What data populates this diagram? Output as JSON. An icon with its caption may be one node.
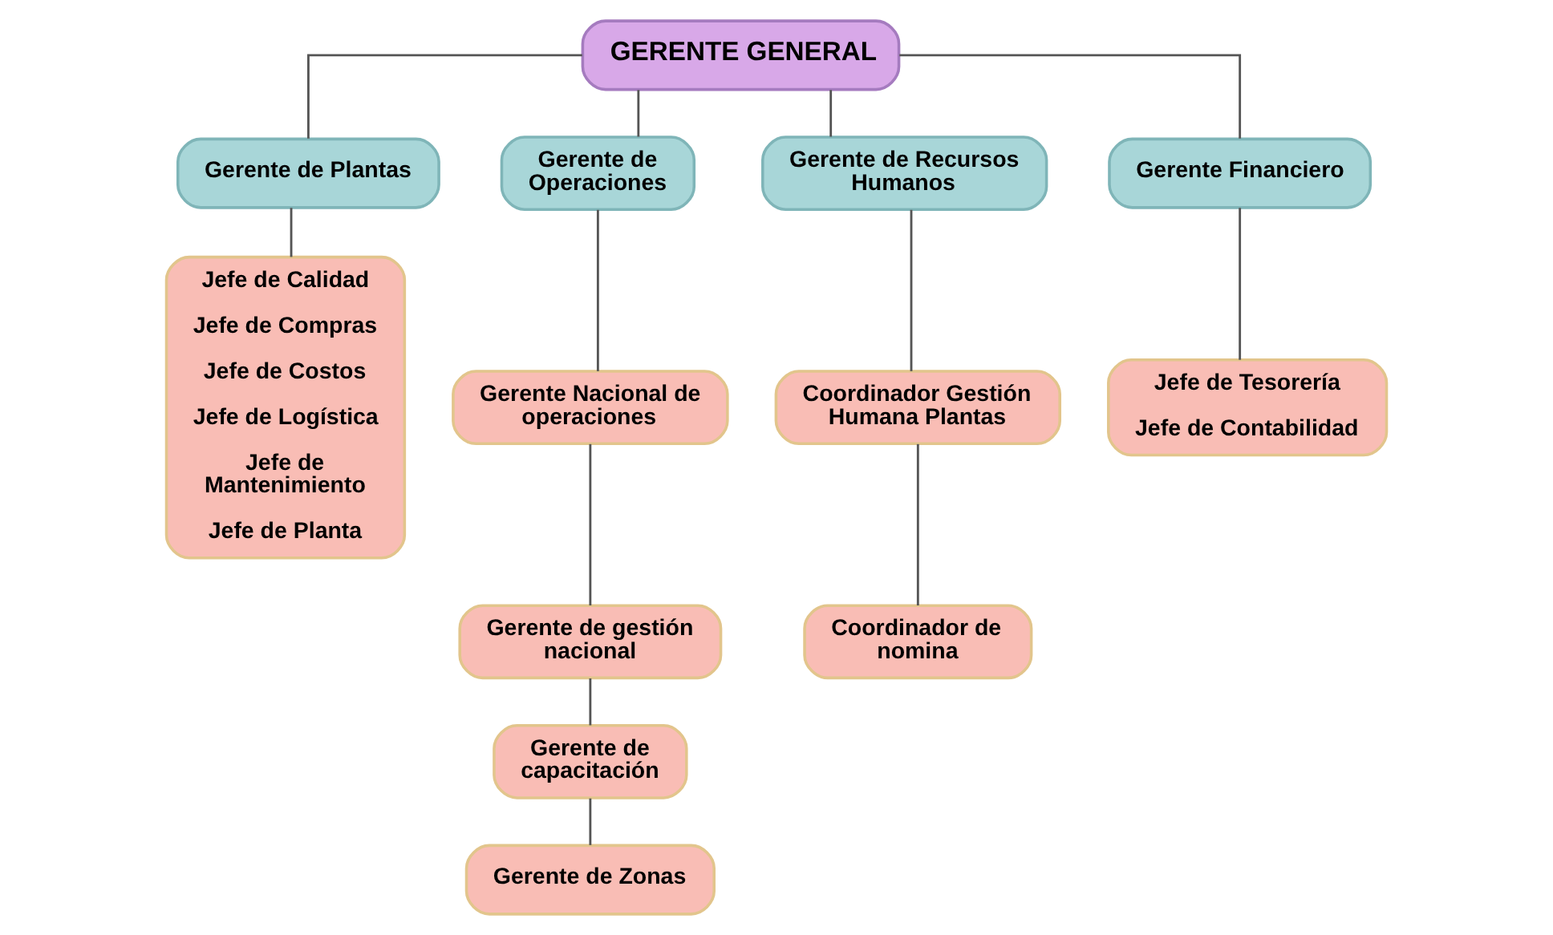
{
  "diagram": {
    "nodes": [
      {
        "text": [
          "GERENTE GENERAL"
        ]
      },
      {
        "text": [
          "Gerente de Plantas"
        ]
      },
      {
        "text": [
          "Gerente de Operaciones"
        ]
      },
      {
        "text": [
          "Gerente de Recursos Humanos"
        ]
      },
      {
        "text": [
          "Gerente Financiero"
        ]
      },
      {
        "text": [
          "Jefe de Calidad",
          "Jefe de Compras",
          "Jefe de Costos",
          "Jefe de Logística",
          "Jefe de Mantenimiento",
          "Jefe de Planta"
        ]
      },
      {
        "text": [
          "Gerente Nacional de operaciones"
        ]
      },
      {
        "text": [
          "Gerente de gestión nacional"
        ]
      },
      {
        "text": [
          "Gerente de capacitación"
        ]
      },
      {
        "text": [
          "Gerente de Zonas"
        ]
      },
      {
        "text": [
          "Coordinador Gestión Humana Plantas"
        ]
      },
      {
        "text": [
          "Coordinador de nomina"
        ]
      },
      {
        "text": [
          "Jefe de Tesorería",
          "Jefe de Contabilidad"
        ]
      }
    ],
    "edges": [
      {
        "from": 0,
        "to": 1,
        "arrow": "none"
      },
      {
        "from": 0,
        "to": 2,
        "arrow": "none"
      },
      {
        "from": 0,
        "to": 3,
        "arrow": "none"
      },
      {
        "from": 0,
        "to": 4,
        "arrow": "none"
      },
      {
        "from": 1,
        "to": 5,
        "arrow": "none"
      },
      {
        "from": 2,
        "to": 6,
        "arrow": "none"
      },
      {
        "from": 6,
        "to": 7,
        "arrow": "none"
      },
      {
        "from": 7,
        "to": 8,
        "arrow": "none"
      },
      {
        "from": 8,
        "to": 9,
        "arrow": "none"
      },
      {
        "from": 3,
        "to": 10,
        "arrow": "none"
      },
      {
        "from": 10,
        "to": 11,
        "arrow": "none"
      },
      {
        "from": 4,
        "to": 12,
        "arrow": "none"
      }
    ]
  }
}
